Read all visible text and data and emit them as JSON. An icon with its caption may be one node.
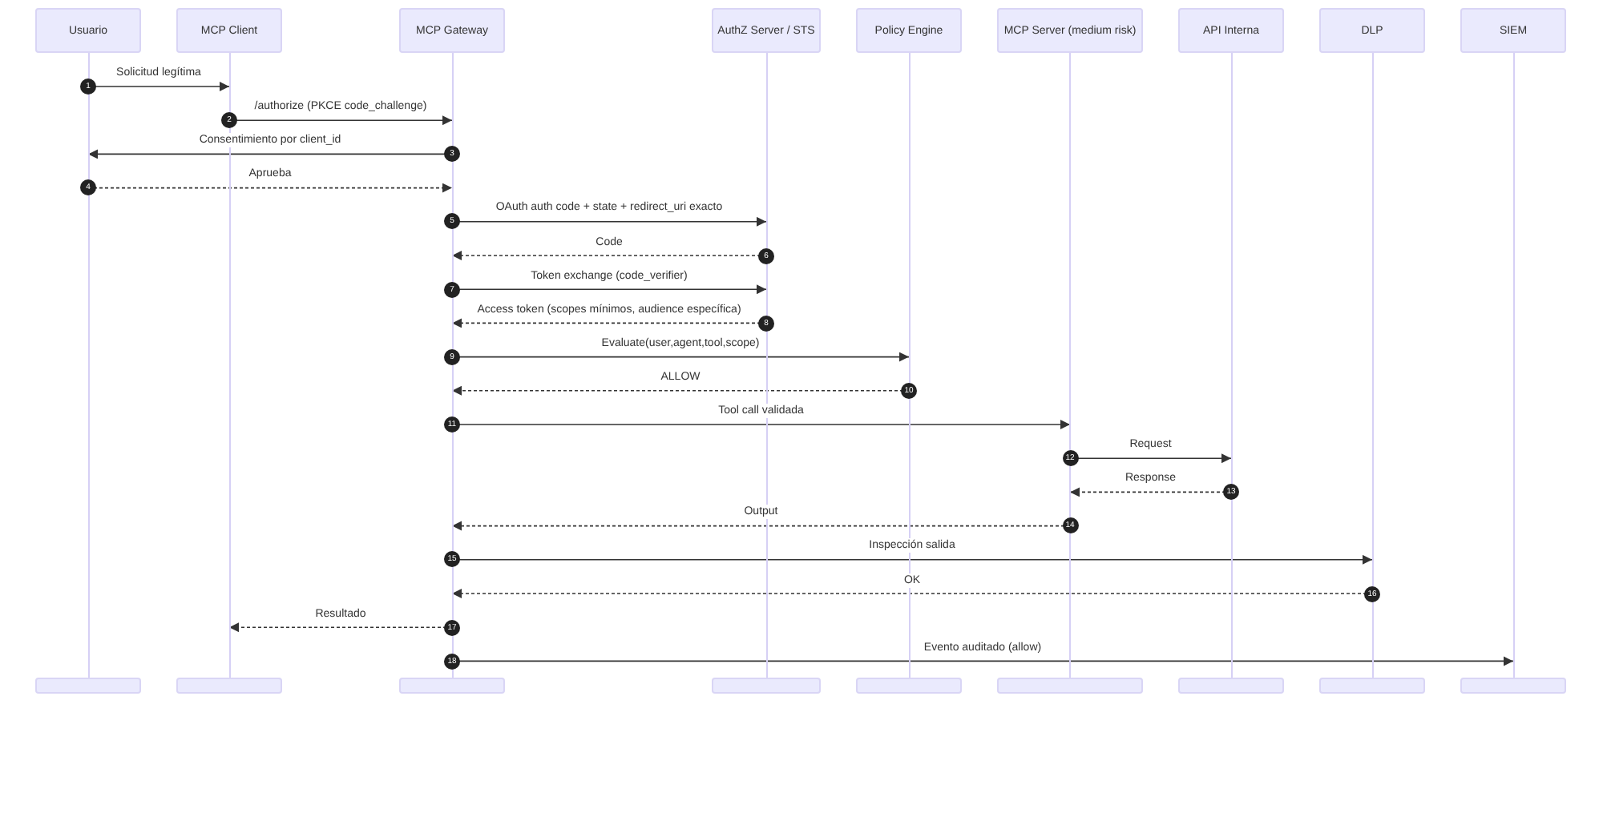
{
  "diagram": {
    "nodes": [
      {
        "text": [
          "Usuario"
        ]
      },
      {
        "text": [
          "MCP Client"
        ]
      },
      {
        "text": [
          "MCP Gateway"
        ]
      },
      {
        "text": [
          "AuthZ Server / STS"
        ]
      },
      {
        "text": [
          "Policy Engine"
        ]
      },
      {
        "text": [
          "MCP Server (medium risk)"
        ]
      },
      {
        "text": [
          "API Interna"
        ]
      },
      {
        "text": [
          "DLP"
        ]
      },
      {
        "text": [
          "SIEM"
        ]
      },
      {
        "text": [],
        "shape": "bar"
      },
      {
        "text": [],
        "shape": "bar"
      },
      {
        "text": [],
        "shape": "bar"
      },
      {
        "text": [],
        "shape": "bar"
      },
      {
        "text": [],
        "shape": "bar"
      },
      {
        "text": [],
        "shape": "bar"
      },
      {
        "text": [],
        "shape": "bar"
      },
      {
        "text": [],
        "shape": "bar"
      },
      {
        "text": [],
        "shape": "bar"
      },
      {
        "text": [],
        "shape": "box"
      },
      {
        "text": [],
        "shape": "box"
      },
      {
        "text": [],
        "shape": "box"
      },
      {
        "text": [],
        "shape": "box"
      },
      {
        "text": [],
        "shape": "box"
      },
      {
        "text": [],
        "shape": "box"
      },
      {
        "text": [],
        "shape": "box"
      },
      {
        "text": [],
        "shape": "box"
      },
      {
        "text": [],
        "shape": "box"
      }
    ],
    "edges": [
      {
        "from": 9,
        "to": 10,
        "arrow": "to",
        "label": "Solicitud legítima"
      },
      {
        "from": 10,
        "to": 11,
        "arrow": "to",
        "label": "/authorize (PKCE code_challenge)"
      },
      {
        "from": 11,
        "to": 9,
        "arrow": "to",
        "label": "Consentimiento por client_id"
      },
      {
        "from": 9,
        "to": 11,
        "arrow": "to",
        "label": "Aprueba",
        "style": "dashed"
      },
      {
        "from": 11,
        "to": 12,
        "arrow": "to",
        "label": "OAuth auth code + state + redirect_uri exacto"
      },
      {
        "from": 12,
        "to": 11,
        "arrow": "to",
        "label": "Code",
        "style": "dashed"
      },
      {
        "from": 11,
        "to": 12,
        "arrow": "to",
        "label": "Token exchange (code_verifier)"
      },
      {
        "from": 12,
        "to": 11,
        "arrow": "to",
        "label": "Access token (scopes mínimos, audience específica)",
        "style": "dashed"
      },
      {
        "from": 11,
        "to": 13,
        "arrow": "to",
        "label": "Evaluate(user,agent,tool,scope)"
      },
      {
        "from": 13,
        "to": 11,
        "arrow": "to",
        "label": "ALLOW",
        "style": "dashed"
      },
      {
        "from": 11,
        "to": 14,
        "arrow": "to",
        "label": "Tool call validada"
      },
      {
        "from": 14,
        "to": 15,
        "arrow": "to",
        "label": "Request"
      },
      {
        "from": 15,
        "to": 14,
        "arrow": "to",
        "label": "Response",
        "style": "dashed"
      },
      {
        "from": 14,
        "to": 11,
        "arrow": "to",
        "label": "Output",
        "style": "dashed"
      },
      {
        "from": 11,
        "to": 16,
        "arrow": "to",
        "label": "Inspección salida"
      },
      {
        "from": 16,
        "to": 11,
        "arrow": "to",
        "label": "OK",
        "style": "dashed"
      },
      {
        "from": 11,
        "to": 10,
        "arrow": "to",
        "label": "Resultado",
        "style": "dashed"
      },
      {
        "from": 11,
        "to": 17,
        "arrow": "to",
        "label": "Evento auditado (allow)"
      }
    ],
    "labels": [
      "1",
      "2",
      "3",
      "4",
      "5",
      "6",
      "7",
      "8",
      "9",
      "10",
      "11",
      "12",
      "13",
      "14",
      "15",
      "16",
      "17",
      "18"
    ]
  }
}
